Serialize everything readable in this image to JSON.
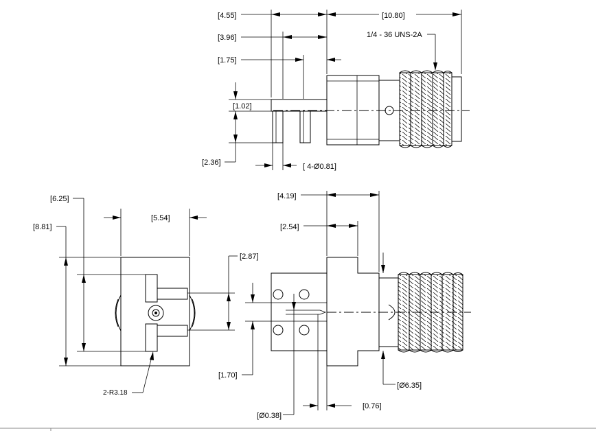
{
  "drawing": {
    "dimensions": {
      "d_4_55": "4.55",
      "d_10_80": "10.80",
      "d_3_96": "3.96",
      "d_thread": "1/4 - 36 UNS-2A",
      "d_1_75": "1.75",
      "d_1_02": "1.02",
      "d_2_36": "2.36",
      "d_pins": "4-Ø0.81",
      "d_6_25": "6.25",
      "d_8_81": "8.81",
      "d_5_54": "5.54",
      "d_4_19": "4.19",
      "d_2_54": "2.54",
      "d_2_87": "2.87",
      "d_1_70": "1.70",
      "d_radius": "2-R3.18",
      "d_6_35": "Ø6.35",
      "d_0_76": "0.76",
      "d_0_38": "Ø0.38"
    }
  }
}
